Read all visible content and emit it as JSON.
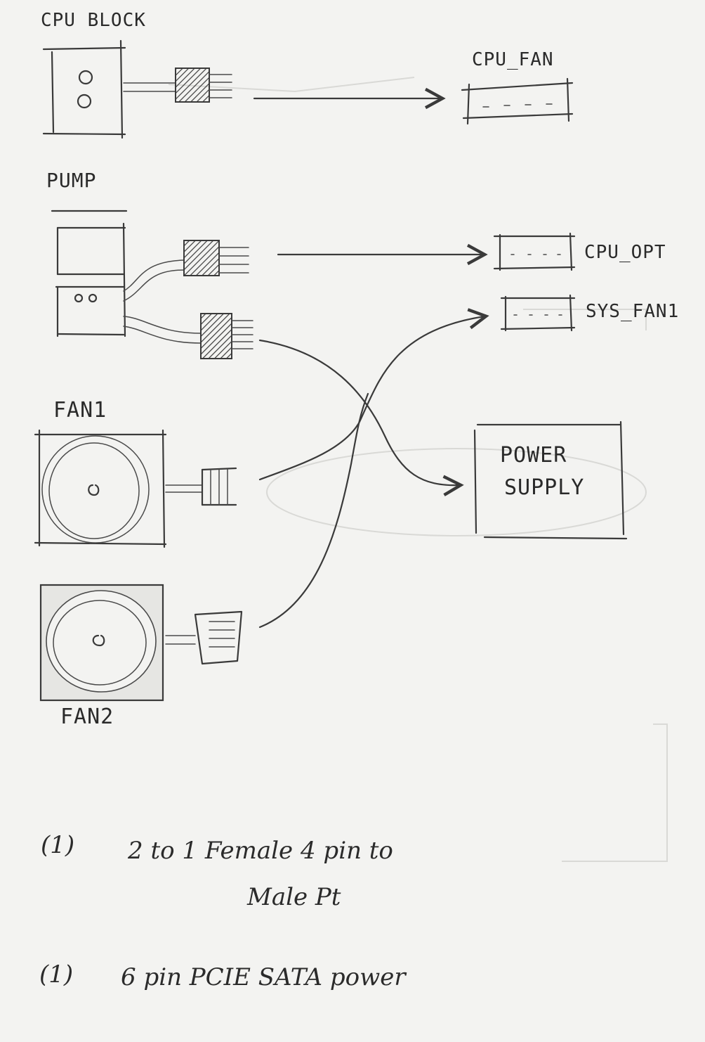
{
  "labels": {
    "cpu_block": "CPU BLOCK",
    "cpu_fan": "CPU_FAN",
    "pump": "PUMP",
    "cpu_opt": "CPU_OPT",
    "sys_fan1": "SYS_FAN1",
    "fan1": "FAN1",
    "fan2": "FAN2",
    "power_supply_line1": "POWER",
    "power_supply_line2": "SUPPLY"
  },
  "notes": [
    {
      "qty": "(1)",
      "text": "2 to 1  Female 4 pin  to",
      "text2": "Male Pt"
    },
    {
      "qty": "(1)",
      "text": "6 pin PCIE  SATA power"
    }
  ],
  "colors": {
    "paper": "#f3f3f1",
    "ink": "#3a3a3a",
    "ghost": "#d9d9d6"
  }
}
